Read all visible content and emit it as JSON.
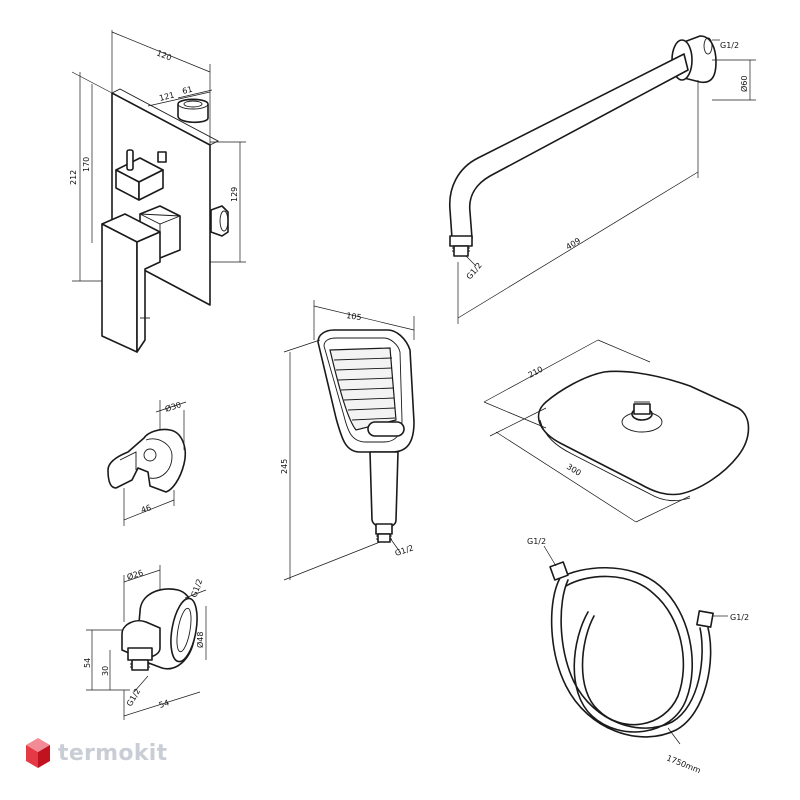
{
  "brand": {
    "name": "termokit",
    "accent": "#e63946",
    "text_color": "#c9ced6"
  },
  "mixer": {
    "width_top": "120",
    "width_plate": "121",
    "depth": "61",
    "height_total": "212",
    "height_plate": "170",
    "height_side": "129"
  },
  "holder": {
    "diameter": "Ø30",
    "width": "46"
  },
  "elbow": {
    "diameter": "Ø26",
    "thread_top": "G1/2",
    "diameter2": "Ø48",
    "h_total": "54",
    "h_partial": "30",
    "thread_bottom": "G1/2",
    "width": "54"
  },
  "hand_shower": {
    "width": "105",
    "height": "245",
    "thread": "G1/2"
  },
  "arm": {
    "thread_wall": "G1/2",
    "diameter": "Ø60",
    "length": "409",
    "thread_end": "G1/2"
  },
  "head_shower": {
    "depth": "210",
    "width": "300"
  },
  "hose": {
    "thread_a": "G1/2",
    "thread_b": "G1/2",
    "length": "1750mm"
  }
}
